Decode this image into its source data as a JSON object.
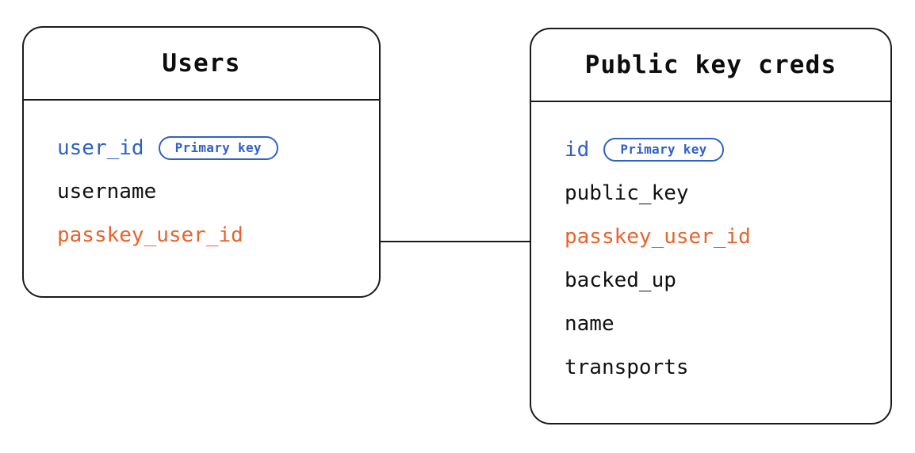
{
  "diagram": {
    "type": "entity-relationship-diagram",
    "colors": {
      "border": "#1b1b1b",
      "text": "#111111",
      "primary_key": "#3060c8",
      "foreign_key": "#e8632d",
      "background": "#ffffff"
    },
    "badge_label": "Primary key",
    "entities": [
      {
        "id": "users",
        "title": "Users",
        "fields": [
          {
            "name": "user_id",
            "role": "key",
            "badge": "Primary key"
          },
          {
            "name": "username",
            "role": "plain",
            "badge": ""
          },
          {
            "name": "passkey_user_id",
            "role": "foreign",
            "badge": ""
          }
        ]
      },
      {
        "id": "public-key-creds",
        "title": "Public key creds",
        "fields": [
          {
            "name": "id",
            "role": "key",
            "badge": "Primary key"
          },
          {
            "name": "public_key",
            "role": "plain",
            "badge": ""
          },
          {
            "name": "passkey_user_id",
            "role": "foreign",
            "badge": ""
          },
          {
            "name": "backed_up",
            "role": "plain",
            "badge": ""
          },
          {
            "name": "name",
            "role": "plain",
            "badge": ""
          },
          {
            "name": "transports",
            "role": "plain",
            "badge": ""
          }
        ]
      }
    ],
    "relationships": [
      {
        "from_entity": "users",
        "from_field": "passkey_user_id",
        "to_entity": "public-key-creds",
        "to_field": "passkey_user_id",
        "style": "solid-line"
      }
    ]
  }
}
